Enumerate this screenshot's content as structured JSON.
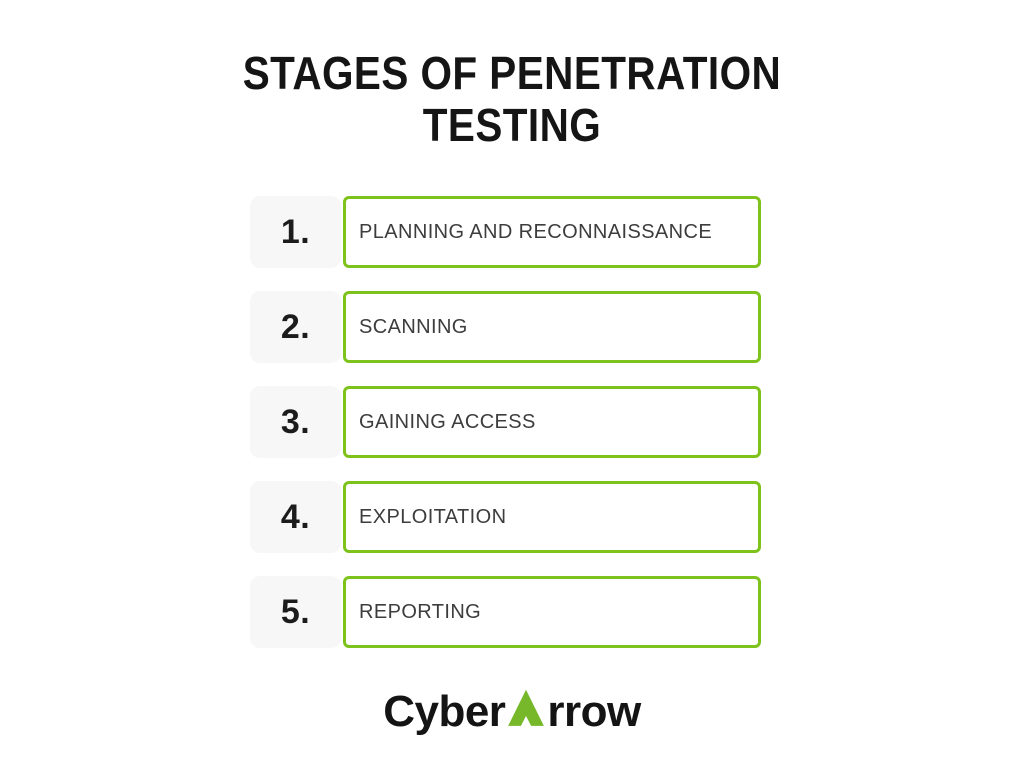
{
  "title": "STAGES OF PENETRATION TESTING",
  "title_lines": [
    "STAGES OF PENETRATION",
    "TESTING"
  ],
  "stages": [
    {
      "number": "1.",
      "label": "PLANNING AND RECONNAISSANCE"
    },
    {
      "number": "2.",
      "label": "SCANNING"
    },
    {
      "number": "3.",
      "label": "GAINING ACCESS"
    },
    {
      "number": "4.",
      "label": "EXPLOITATION"
    },
    {
      "number": "5.",
      "label": "REPORTING"
    }
  ],
  "logo": {
    "prefix": "Cyber",
    "suffix": "rrow",
    "arrow_letter": "A"
  },
  "colors": {
    "accent_green": "#7ec31b",
    "logo_green": "#76b82a",
    "number_tile_bg": "#f7f7f7",
    "label_text": "#3d3d3d",
    "title_text": "#151515"
  }
}
